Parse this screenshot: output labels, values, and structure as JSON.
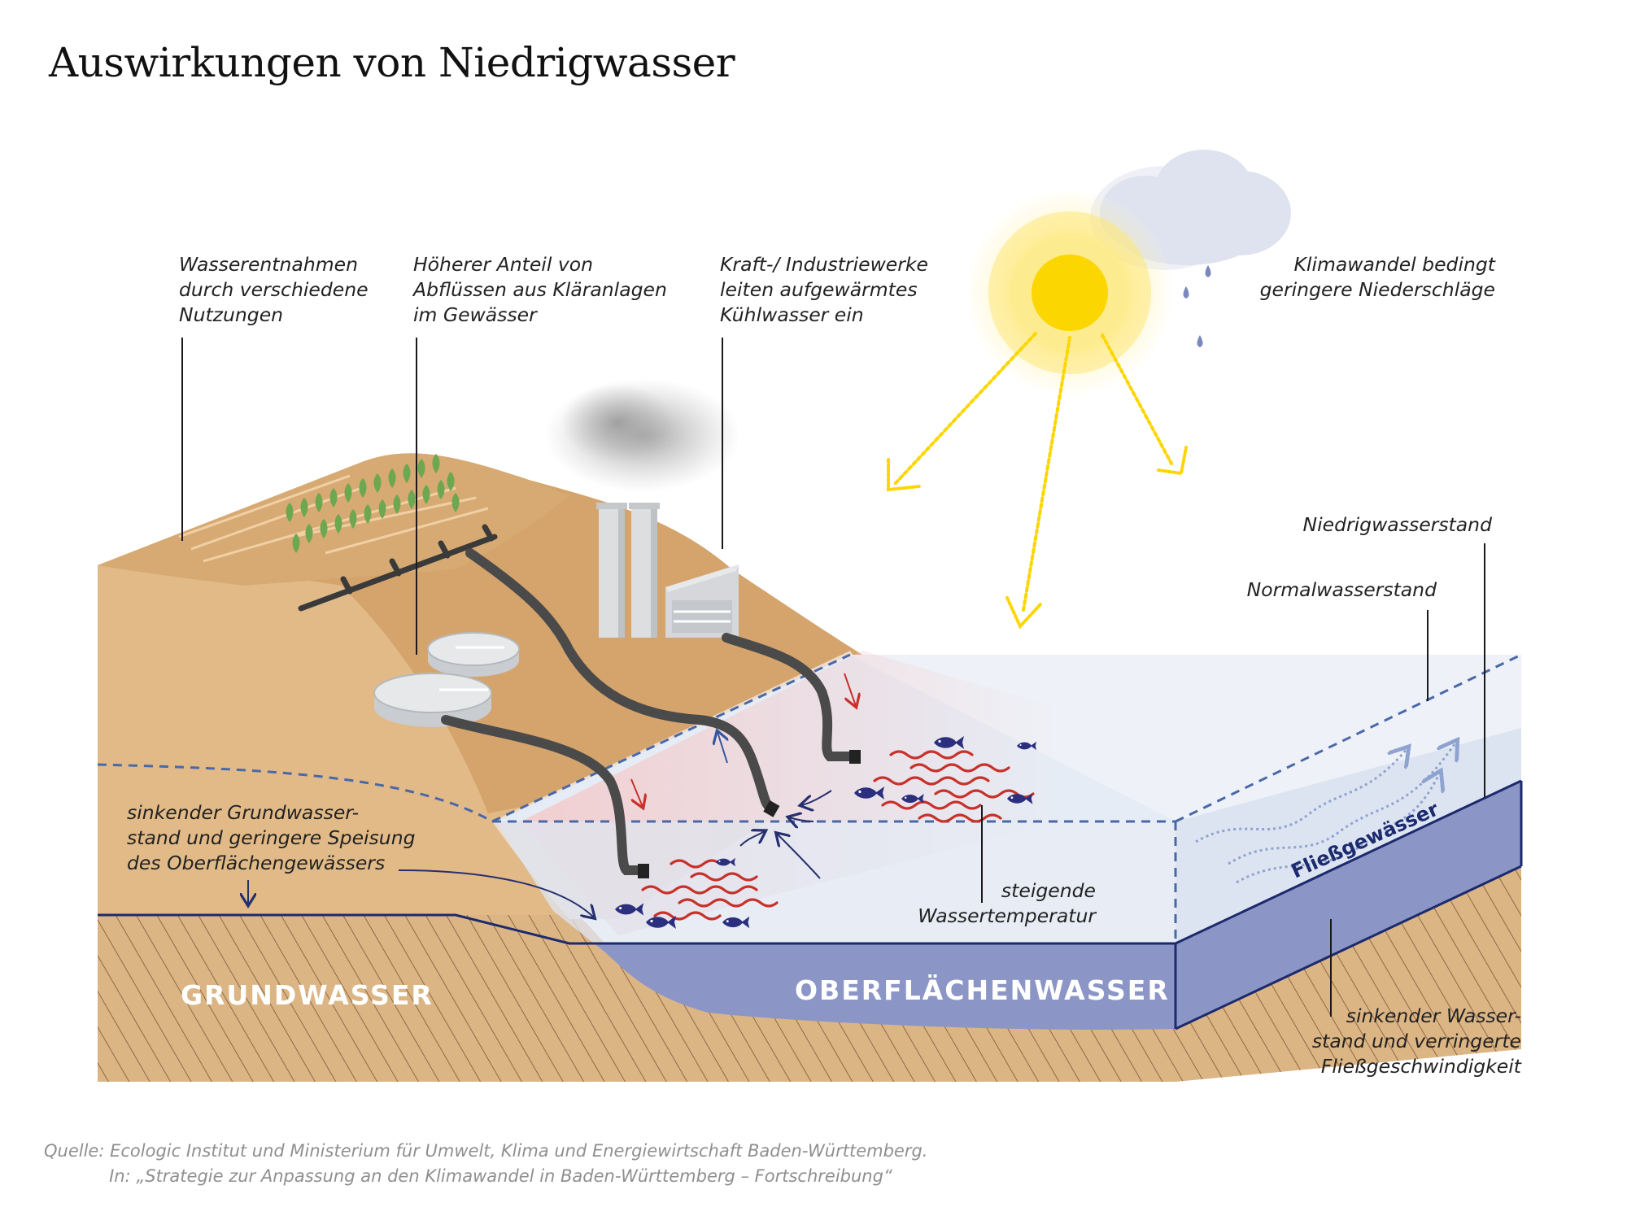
{
  "title": "Auswirkungen von Niedrigwasser",
  "labels": {
    "wasserentnahmen": "Wasserentnahmen\ndurch verschiedene\nNutzungen",
    "klaeranlagen": "Höherer Anteil von\nAbflüssen aus Kläranlagen\nim Gewässer",
    "kraftwerke": "Kraft-/ Industriewerke\nleiten aufgewärmtes\nKühlwasser ein",
    "klimawandel": "Klimawandel bedingt\ngeringere Niederschläge",
    "niedrigwasserstand": "Niedrigwasserstand",
    "normalwasserstand": "Normalwasserstand",
    "grundwasserstand": "sinkender Grundwasser-\nstand und geringere Speisung\ndes Oberflächengewässers",
    "wassertemperatur": "steigende\nWassertemperatur",
    "fliessgeschwindigkeit": "sinkender Wasser-\nstand und verringerte\nFließgeschwindigkeit",
    "fliessgewaesser": "Fließgewässer"
  },
  "zones": {
    "grundwasser": "GRUNDWASSER",
    "oberflaechenwasser": "OBERFLÄCHENWASSER"
  },
  "source": "Quelle: Ecologic Institut und Ministerium für Umwelt, Klima und Energiewirtschaft Baden-Württemberg.\n            In: „Strategie zur Anpassung an den Klimawandel in Baden-Württemberg – Fortschreibung“",
  "colors": {
    "hill": "#d4a46c",
    "hill_light": "#e3bd8b",
    "ground": "#ddb584",
    "surface_water": "#8c96c6",
    "water_light": "#dfe6f2",
    "sun": "#fcd600",
    "dashed_line": "#4a68a8",
    "warm_water": "#c9302a",
    "fish": "#2b2f7e"
  },
  "icons": [
    "sun-icon",
    "cloud-icon",
    "raindrop-icon",
    "smokestack-icon",
    "power-plant-icon",
    "clarifier-tank-icon",
    "pipe-icon",
    "fish-icon",
    "crop-icon",
    "irrigation-pipe-icon",
    "arrow-icon"
  ]
}
